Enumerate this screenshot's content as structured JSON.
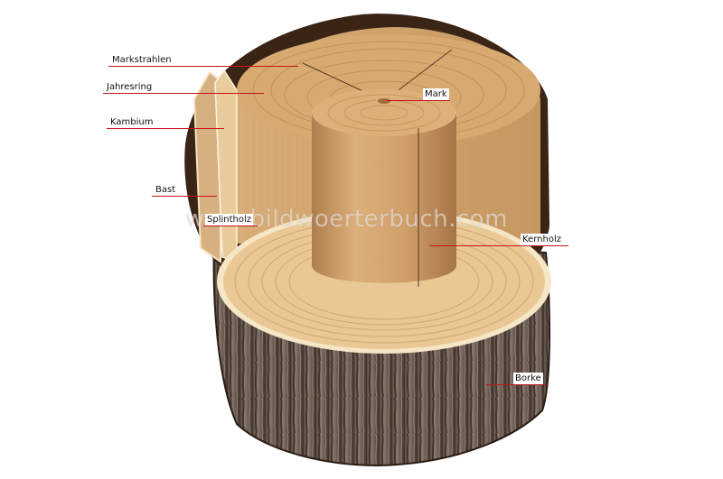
{
  "labels": {
    "markstrahlen": "Markstrahlen",
    "jahresring": "Jahresring",
    "kambium": "Kambium",
    "bast": "Bast",
    "splintholz": "Splintholz",
    "mark": "Mark",
    "kernholz": "Kernholz",
    "borke": "Borke"
  },
  "watermark": "www.bildwoerterbuch.com",
  "colors": {
    "leader": "#c8141a",
    "heartwood": "#c89a66",
    "sapwood": "#e3c08e",
    "bark": "#4a3a30",
    "outline": "#3a2416"
  }
}
